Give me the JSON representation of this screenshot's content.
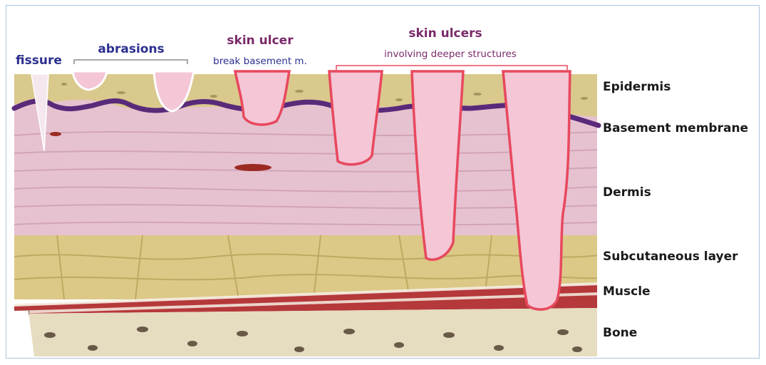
{
  "top_labels": {
    "fissure": "fissure",
    "abrasions": "abrasions",
    "skin_ulcer": "skin ulcer",
    "skin_ulcer_note": "break basement m.",
    "skin_ulcers": "skin ulcers",
    "skin_ulcers_note": "involving deeper structures"
  },
  "layer_labels": {
    "epidermis": "Epidermis",
    "basement_membrane": "Basement membrane",
    "dermis": "Dermis",
    "subcutaneous": "Subcutaneous layer",
    "muscle": "Muscle",
    "bone": "Bone"
  },
  "colors": {
    "label_blue": "#2b2f8f",
    "label_purple": "#7a2a6a",
    "ulcer_outline": "#e8485e",
    "ulcer_fill": "#f4c6d6",
    "membrane": "#5a2a7a",
    "epidermis": "#d9c98d",
    "dermis": "#e6c2d0",
    "subcutaneous": "#dcc987",
    "muscle": "#b5383a",
    "bone": "#e6dcc0",
    "layer_text": "#1a1a1a"
  }
}
